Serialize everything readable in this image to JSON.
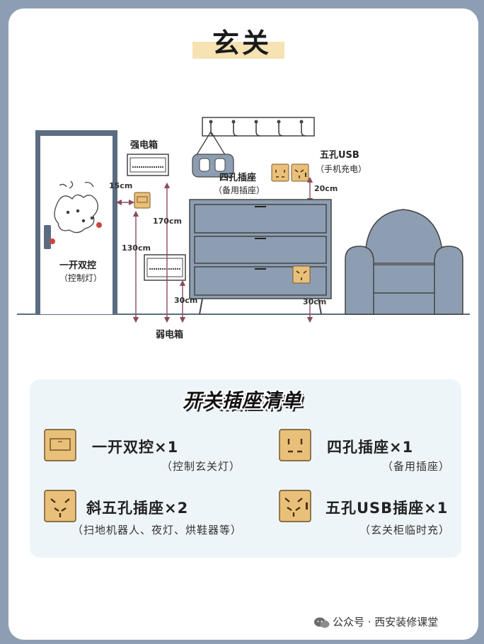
{
  "title": "玄关",
  "diagram": {
    "strong_box_label": "强电箱",
    "weak_box_label": "弱电箱",
    "switch_label": "一开双控",
    "switch_sub": "（控制灯）",
    "four_hole_label": "四孔插座",
    "four_hole_sub": "（备用插座）",
    "usb_label": "五孔USB",
    "usb_sub": "（手机充电）",
    "dims": {
      "d15": "15cm",
      "d170": "170cm",
      "d130": "130cm",
      "d30a": "30cm",
      "d30b": "30cm",
      "d20": "20cm"
    }
  },
  "checklist": {
    "title": "开关插座清单",
    "items": [
      {
        "name": "一开双控×1",
        "note": "（控制玄关灯）",
        "icon": "switch-icon"
      },
      {
        "name": "四孔插座×1",
        "note": "（备用插座）",
        "icon": "four-hole-socket-icon"
      },
      {
        "name": "斜五孔插座×2",
        "note": "（扫地机器人、夜灯、烘鞋器等）",
        "icon": "five-hole-socket-icon"
      },
      {
        "name": "五孔USB插座×1",
        "note": "（玄关柜临时充）",
        "icon": "usb-socket-icon"
      }
    ]
  },
  "footer": "公众号 · 西安装修课堂",
  "colors": {
    "frame": "#5b6c80",
    "furniture": "#8d9eb2",
    "socket": "#e9c07a",
    "dimension": "#8a4c5e",
    "title_band": "#f6e2b2",
    "panel": "#eef5f8"
  }
}
